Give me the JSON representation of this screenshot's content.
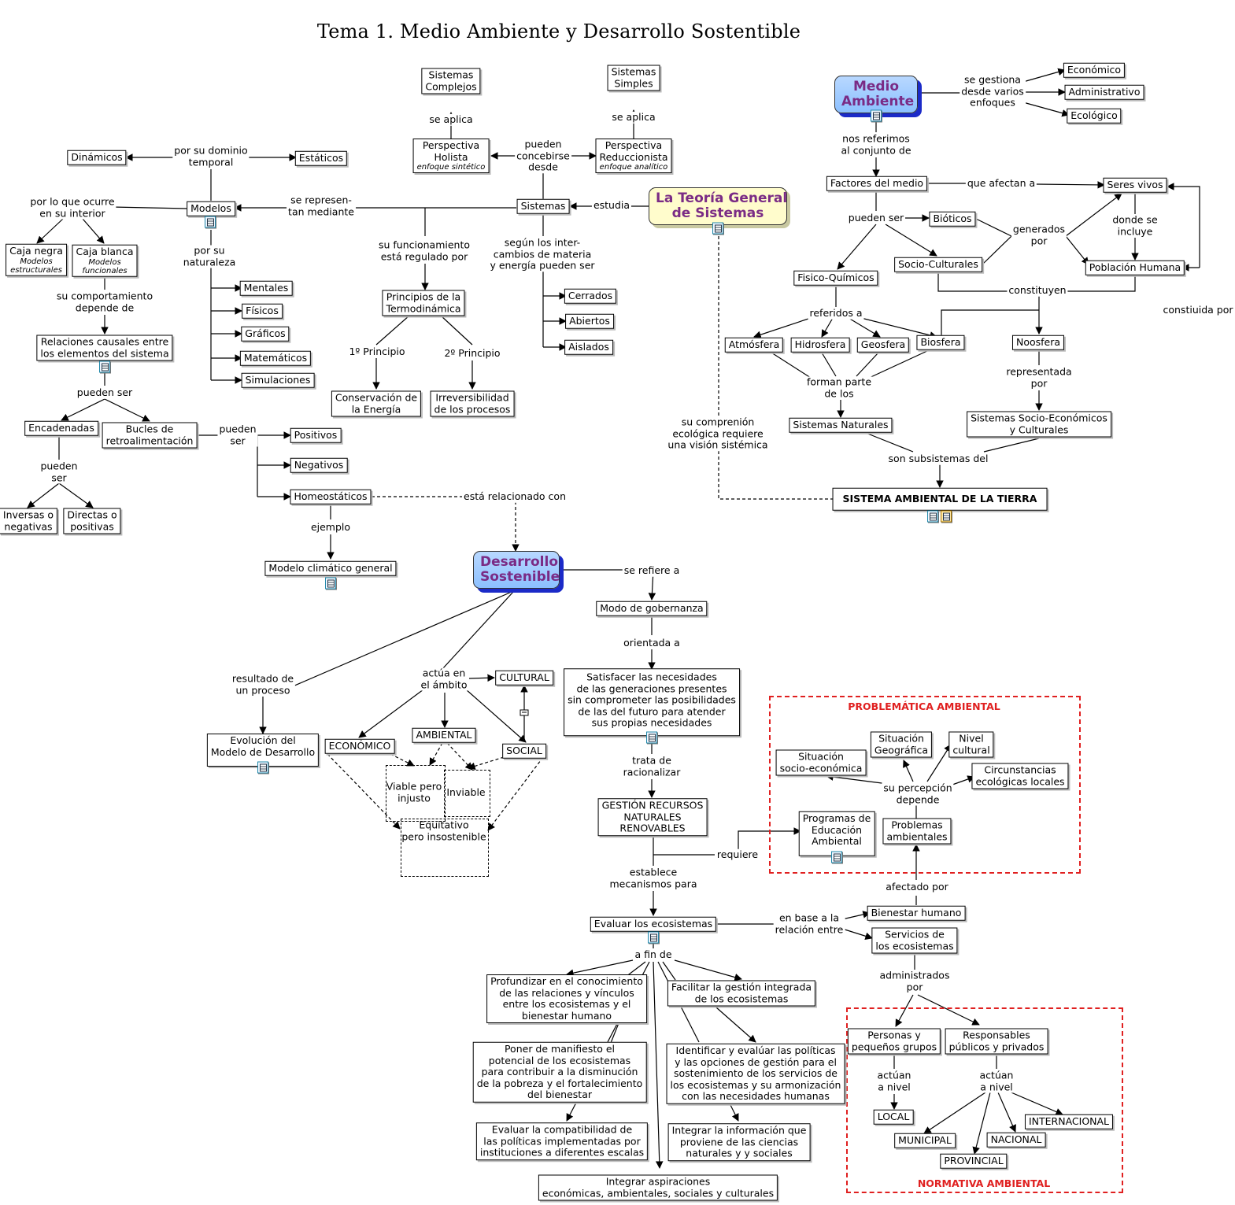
{
  "title": "Tema 1. Medio Ambiente y Desarrollo Sostentible",
  "hubs": {
    "medio_ambiente": "Medio\nAmbiente",
    "teoria_general": "La Teoría General\nde Sistemas",
    "desarrollo_sostenible": "Desarrollo\nSostenible"
  },
  "nodes": {
    "sistemas_complejos": "Sistemas\nComplejos",
    "sistemas_simples": "Sistemas\nSimples",
    "perspectiva_holista": "Perspectiva\nHolista",
    "perspectiva_holista_sub": "enfoque sintético",
    "perspectiva_reduccionista": "Perspectiva\nReduccionista",
    "perspectiva_reduccionista_sub": "enfoque analítico",
    "sistemas": "Sistemas",
    "dinamicos": "Dinámicos",
    "estaticos": "Estáticos",
    "modelos": "Modelos",
    "caja_negra": "Caja negra",
    "caja_negra_sub": "Modelos\nestructurales",
    "caja_blanca": "Caja blanca",
    "caja_blanca_sub": "Modelos\nfuncionales",
    "mentales": "Mentales",
    "fisicos": "Físicos",
    "graficos": "Gráficos",
    "matematicos": "Matemáticos",
    "simulaciones": "Simulaciones",
    "relaciones_causales": "Relaciones causales entre\nlos elementos del sistema",
    "encadenadas": "Encadenadas",
    "bucles": "Bucles de\nretroalimentación",
    "inversas": "Inversas o\nnegativas",
    "directas": "Directas o\npositivas",
    "positivos": "Positivos",
    "negativos": "Negativos",
    "homeostaticos": "Homeostáticos",
    "modelo_climatico": "Modelo climático general",
    "principios_termo": "Principios de la\nTermodinámica",
    "conservacion": "Conservación de\nla Energía",
    "irreversibilidad": "Irreversibilidad\nde los procesos",
    "cerrados": "Cerrados",
    "abiertos": "Abiertos",
    "aislados": "Aislados",
    "economico": "Económico",
    "administrativo": "Administrativo",
    "ecologico": "Ecológico",
    "factores_medio": "Factores del medio",
    "seres_vivos": "Seres vivos",
    "bioticos": "Bióticos",
    "socio_culturales": "Socio-Culturales",
    "poblacion_humana": "Población Humana",
    "fisico_quimicos": "Fisico-Químicos",
    "atmosfera": "Atmósfera",
    "hidrosfera": "Hidrosfera",
    "geosfera": "Geosfera",
    "biosfera": "Biosfera",
    "noosfera": "Noosfera",
    "sistemas_naturales": "Sistemas Naturales",
    "sistemas_socioeco": "Sistemas Socio-Económicos\ny Culturales",
    "sistema_ambiental": "SISTEMA AMBIENTAL DE LA TIERRA",
    "modo_gobernanza": "Modo de gobernanza",
    "satisfacer": "Satisfacer las necesidades\nde las generaciones presentes\nsin comprometer las posibilidades\nde las del futuro para atender\nsus propias necesidades",
    "gestion_recursos": "GESTIÓN RECURSOS\nNATURALES\nRENOVABLES",
    "evaluar_ecosistemas": "Evaluar los ecosistemas",
    "evolucion_modelo": "Evolución del\nModelo de Desarrollo",
    "cultural": "CULTURAL",
    "economico_amb": "ECONÓMICO",
    "ambiental": "AMBIENTAL",
    "social": "SOCIAL",
    "viable": "Viable pero\ninjusto",
    "inviable": "Inviable",
    "equitativo": "Equitativo\npero insostenible",
    "situacion_socio": "Situación\nsocio-económica",
    "situacion_geo": "Situación\nGeográfica",
    "nivel_cultural": "Nivel\ncultural",
    "circunstancias": "Circunstancias\necológicas locales",
    "programas_educacion": "Programas de\nEducación\nAmbiental",
    "problemas_ambientales": "Problemas\nambientales",
    "bienestar_humano": "Bienestar humano",
    "servicios_ecosistemas": "Servicios de\nlos ecosistemas",
    "personas_grupos": "Personas y\npequeños grupos",
    "responsables": "Responsables\npúblicos y privados",
    "local": "LOCAL",
    "municipal": "MUNICIPAL",
    "provincial": "PROVINCIAL",
    "nacional": "NACIONAL",
    "internacional": "INTERNACIONAL",
    "profundizar": "Profundizar en el conocimiento\nde las relaciones y vínculos\nentre los ecosistemas y el\nbienestar humano",
    "poner_manifiesto": "Poner de manifiesto el\npotencial de los ecosistemas\npara contribuir a la disminución\nde la pobreza y el fortalecimiento\ndel bienestar",
    "evaluar_compat": "Evaluar la compatibilidad de\nlas políticas implementadas por\ninstituciones a diferentes escalas",
    "integrar_aspiraciones": "Integrar aspiraciones\neconómicas, ambientales, sociales y culturales",
    "facilitar": "Facilitar la gestión integrada\nde los ecosistemas",
    "identificar": "Identificar y evalúar las políticas\ny las opciones de gestión para el\nsostenimiento de los servicios de\nlos ecosistemas y su armonización\ncon las necesidades humanas",
    "integrar_info": "Integrar la información que\nproviene de las ciencias\nnaturales y y sociales"
  },
  "labels": {
    "se_aplica_1": "se aplica",
    "se_aplica_2": "se aplica",
    "pueden_concebirse": "pueden\nconcebirse\ndesde",
    "estudia": "estudia",
    "se_representan": "se represen-\ntan mediante",
    "por_dominio": "por su dominio\ntemporal",
    "por_lo_que_ocurre": "por lo que ocurre\nen su interior",
    "por_naturaleza": "por su\nnaturaleza",
    "su_comportamiento": "su comportamiento\ndepende de",
    "pueden_ser_1": "pueden ser",
    "pueden_ser_2": "pueden\nser",
    "pueden_ser_3": "pueden\nser",
    "ejemplo": "ejemplo",
    "esta_relacionado": "está relacionado con",
    "su_funcionamiento": "su funcionamiento\nestá regulado por",
    "primer_principio": "1º Principio",
    "segundo_principio": "2º Principio",
    "segun_intercambios": "según los inter-\ncambios de materia\ny energía pueden ser",
    "se_gestiona": "se gestiona\ndesde varios\nenfoques",
    "nos_referimos": "nos referimos\nal conjunto de",
    "que_afectan": "que afectan a",
    "pueden_ser_fm": "pueden ser",
    "generados_por": "generados\npor",
    "donde_se_incluye": "donde se\nincluye",
    "constituyen": "constituyen",
    "constituida_por": "constiuida por",
    "referidos_a": "referidos a",
    "forman_parte": "forman parte\nde los",
    "representada_por": "representada\npor",
    "son_subsistemas": "son subsistemas del",
    "su_comprension": "su comprenión\necológica requiere\nuna visión sistémica",
    "se_refiere_a": "se refiere a",
    "orientada_a": "orientada a",
    "trata_de": "trata de\nracionalizar",
    "requiere": "requiere",
    "establece": "establece\nmecanismos para",
    "en_base_a": "en base a la\nrelación entre",
    "a_fin_de": "a fin de",
    "resultado_de": "resultado de\nun proceso",
    "actua_en": "actúa en\nel ámbito",
    "su_percepcion": "su percepción\ndepende",
    "afectado_por": "afectado por",
    "administrados_por": "administrados\npor",
    "actuan_nivel_1": "actúan\na nivel",
    "actuan_nivel_2": "actúan\na nivel"
  },
  "regions": {
    "problematica": "PROBLEMÁTICA AMBIENTAL",
    "normativa": "NORMATIVA AMBIENTAL"
  },
  "colors": {
    "region_border": "#e02020",
    "hub_text": "#7a2b85",
    "hub_blue": "#8cc0ff",
    "hub_yellow": "#fffccc"
  }
}
